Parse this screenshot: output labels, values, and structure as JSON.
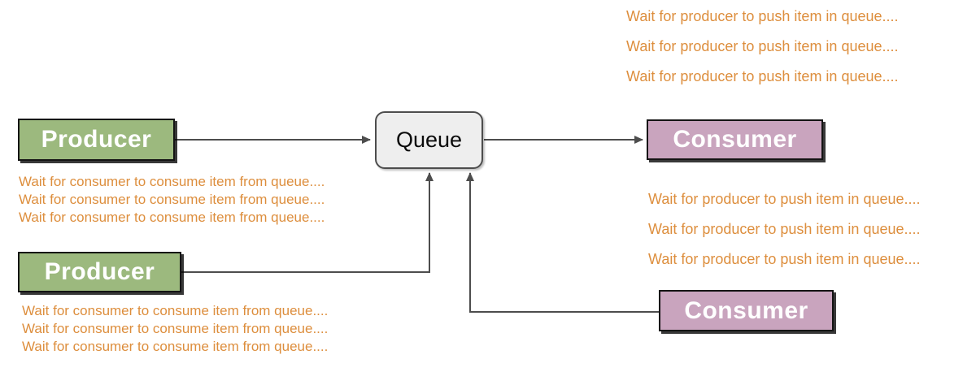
{
  "diagram": {
    "title_hint": "Producer-Consumer blocking queue diagram",
    "nodes": {
      "producer_top": {
        "label": "Producer"
      },
      "producer_bottom": {
        "label": "Producer"
      },
      "queue": {
        "label": "Queue"
      },
      "consumer_top": {
        "label": "Consumer"
      },
      "consumer_bottom": {
        "label": "Consumer"
      }
    },
    "log_blocks": {
      "consumer_top_waits": {
        "lines": [
          "Wait for producer to push item in queue....",
          "Wait for producer to push item in queue....",
          "Wait for producer to push item in queue...."
        ]
      },
      "consumer_bottom_waits": {
        "lines": [
          "Wait for producer to push item in queue....",
          "Wait for producer to push item in queue....",
          "Wait for producer to push item in queue...."
        ]
      },
      "producer_top_waits": {
        "lines": [
          "Wait for consumer to consume item from queue....",
          "Wait for consumer to consume item from queue....",
          "Wait for consumer to consume item from queue...."
        ]
      },
      "producer_bottom_waits": {
        "lines": [
          "Wait for consumer to consume item from queue....",
          "Wait for consumer to consume item from queue....",
          "Wait for consumer to consume item from queue...."
        ]
      }
    },
    "colors": {
      "canvas_bg": "#ffffff",
      "producer_fill": "#9CB97E",
      "consumer_fill": "#C9A4BE",
      "queue_fill": "#EEEEEE",
      "box_border": "#141414",
      "queue_border": "#4D4D4D",
      "connector": "#4D4D4D",
      "wait_text": "#DD8E3D",
      "node_label": "#FFFFFF",
      "queue_label": "#0B0B0B"
    }
  }
}
